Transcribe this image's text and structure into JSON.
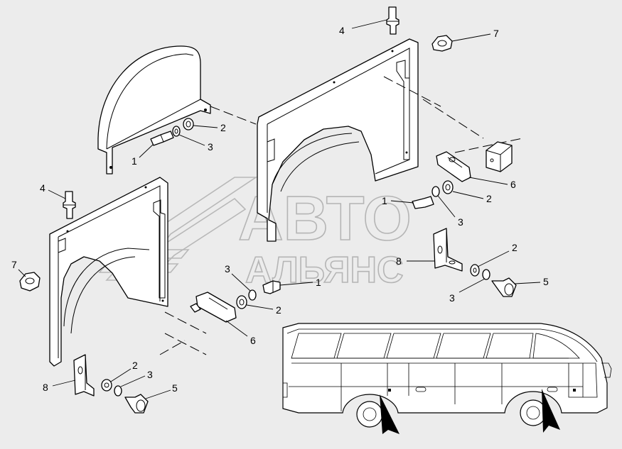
{
  "watermark": {
    "line1": "АВТО",
    "line2": "АЛЬЯНС"
  },
  "callouts": {
    "upper_left_bolt": "1",
    "upper_left_washer_flat": "2",
    "upper_left_washer_spring": "3",
    "upper_right_pin": "4",
    "upper_right_nut": "7",
    "upper_right_plate": "6",
    "upper_right_bolt": "1",
    "upper_right_washer_flat": "2",
    "upper_right_washer_spring": "3",
    "right_bracket": "8",
    "right_washer_flat": "2",
    "right_washer_spring": "3",
    "right_screw": "5",
    "lower_left_pin": "4",
    "lower_left_nut": "7",
    "lower_mid_washer_spring": "3",
    "lower_mid_bolt": "1",
    "lower_mid_washer_flat": "2",
    "lower_mid_plate": "6",
    "lower_bracket": "8",
    "lower_washer_flat": "2",
    "lower_washer_spring": "3",
    "lower_screw": "5"
  },
  "icons": [
    "bus-icon",
    "arrow-icon"
  ],
  "colors": {
    "background": "#ececec",
    "line": "#000000",
    "watermark": "#b8b8b8"
  }
}
